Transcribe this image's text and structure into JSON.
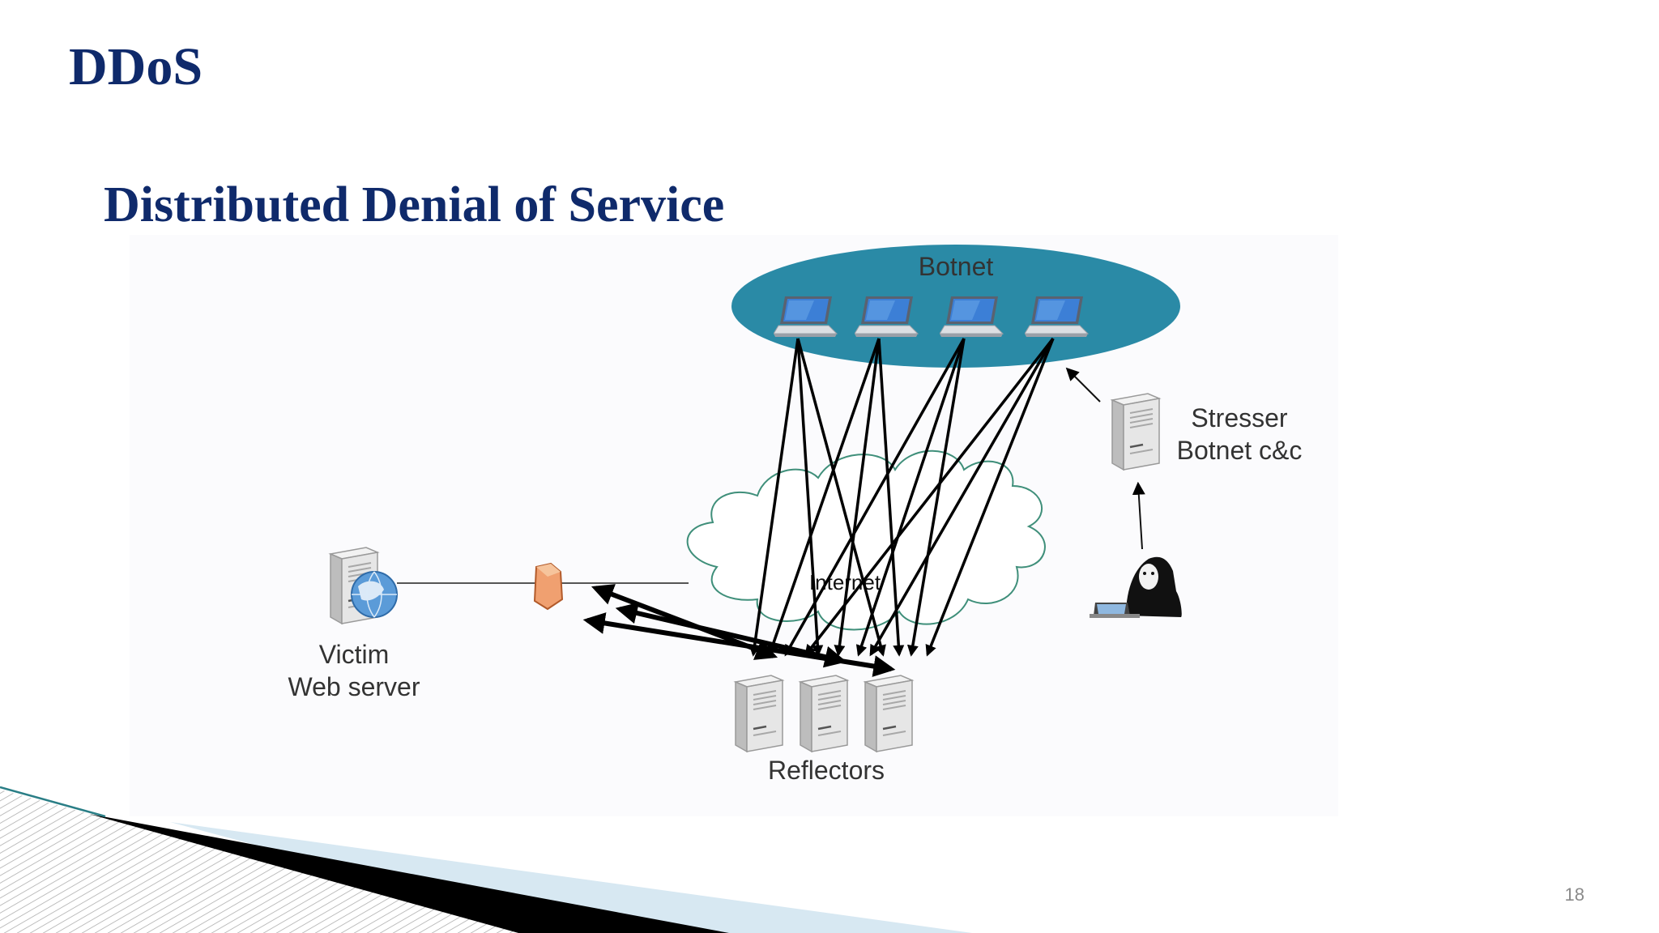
{
  "slide": {
    "title": "DDoS",
    "subtitle": "Distributed Denial of Service",
    "page_number": "18"
  },
  "diagram": {
    "botnet_label": "Botnet",
    "internet_label": "Internet",
    "victim_label_line1": "Victim",
    "victim_label_line2": "Web server",
    "stresser_label_line1": "Stresser",
    "stresser_label_line2": "Botnet c&c",
    "reflectors_label": "Reflectors",
    "node_names": [
      "laptop-1",
      "laptop-2",
      "laptop-3",
      "laptop-4",
      "reflector-server-1",
      "reflector-server-2",
      "reflector-server-3",
      "stresser-server",
      "victim-server",
      "firewall",
      "attacker"
    ],
    "icons": [
      "laptop-icon",
      "server-icon",
      "globe-icon",
      "firewall-icon",
      "hacker-icon"
    ]
  },
  "colors": {
    "title": "#0f2a6b",
    "botnet_fill": "#2a8aa6",
    "cloud_stroke": "#3f8f7a",
    "arrow": "#000000",
    "decor_dark": "#000000",
    "decor_light": "#d7e8f2",
    "decor_hatch": "#b0b0b0"
  }
}
